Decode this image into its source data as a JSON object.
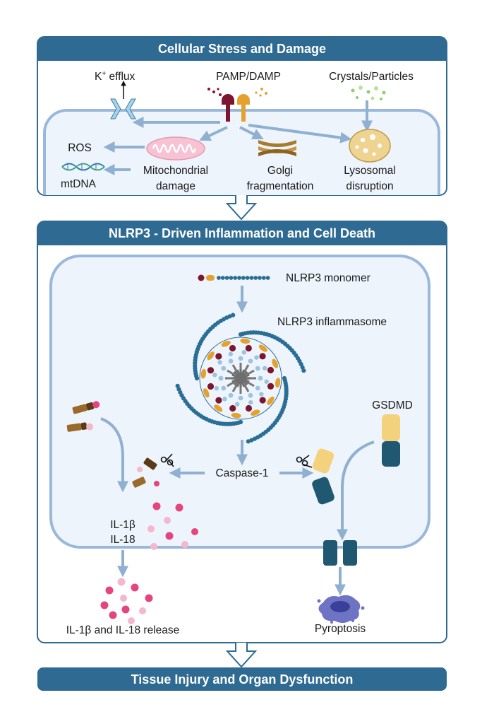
{
  "panels": {
    "stress_title": "Cellular Stress and Damage",
    "nlrp3_title": "NLRP3 - Driven Inflammation and Cell Death",
    "outcome_title": "Tissue Injury and Organ Dysfunction"
  },
  "stress": {
    "k_efflux_k": "K",
    "k_efflux_sup": "+",
    "k_efflux_rest": " efflux",
    "pamp_damp": "PAMP/DAMP",
    "crystals": "Crystals/Particles",
    "ros": "ROS",
    "mtdna": "mtDNA",
    "mito_line1": "Mitochondrial",
    "mito_line2": "damage",
    "golgi_line1": "Golgi",
    "golgi_line2": "fragmentation",
    "lyso_line1": "Lysosomal",
    "lyso_line2": "disruption"
  },
  "nlrp3": {
    "monomer": "NLRP3 monomer",
    "inflammasome": "NLRP3 inflammasome",
    "caspase": "Caspase-1",
    "gsdmd": "GSDMD",
    "il1b": "IL-1β",
    "il18": "IL-18",
    "release": "IL-1β and IL-18 release",
    "pyroptosis": "Pyroptosis"
  },
  "colors": {
    "header": "#2e6a91",
    "border": "#2e6a91",
    "arrow": "#8fb0d0",
    "cell_fill": "#eef4fb",
    "cell_border": "#9ab8dc",
    "bead": "#2a6e96",
    "maroon": "#7d1530",
    "orange": "#e4a12e",
    "light_blue": "#9cc3e0",
    "pink": "#e5457e",
    "light_pink": "#f4b8ce",
    "gsdmd_top": "#f4d27d",
    "gsdmd_bottom": "#1f5870"
  }
}
